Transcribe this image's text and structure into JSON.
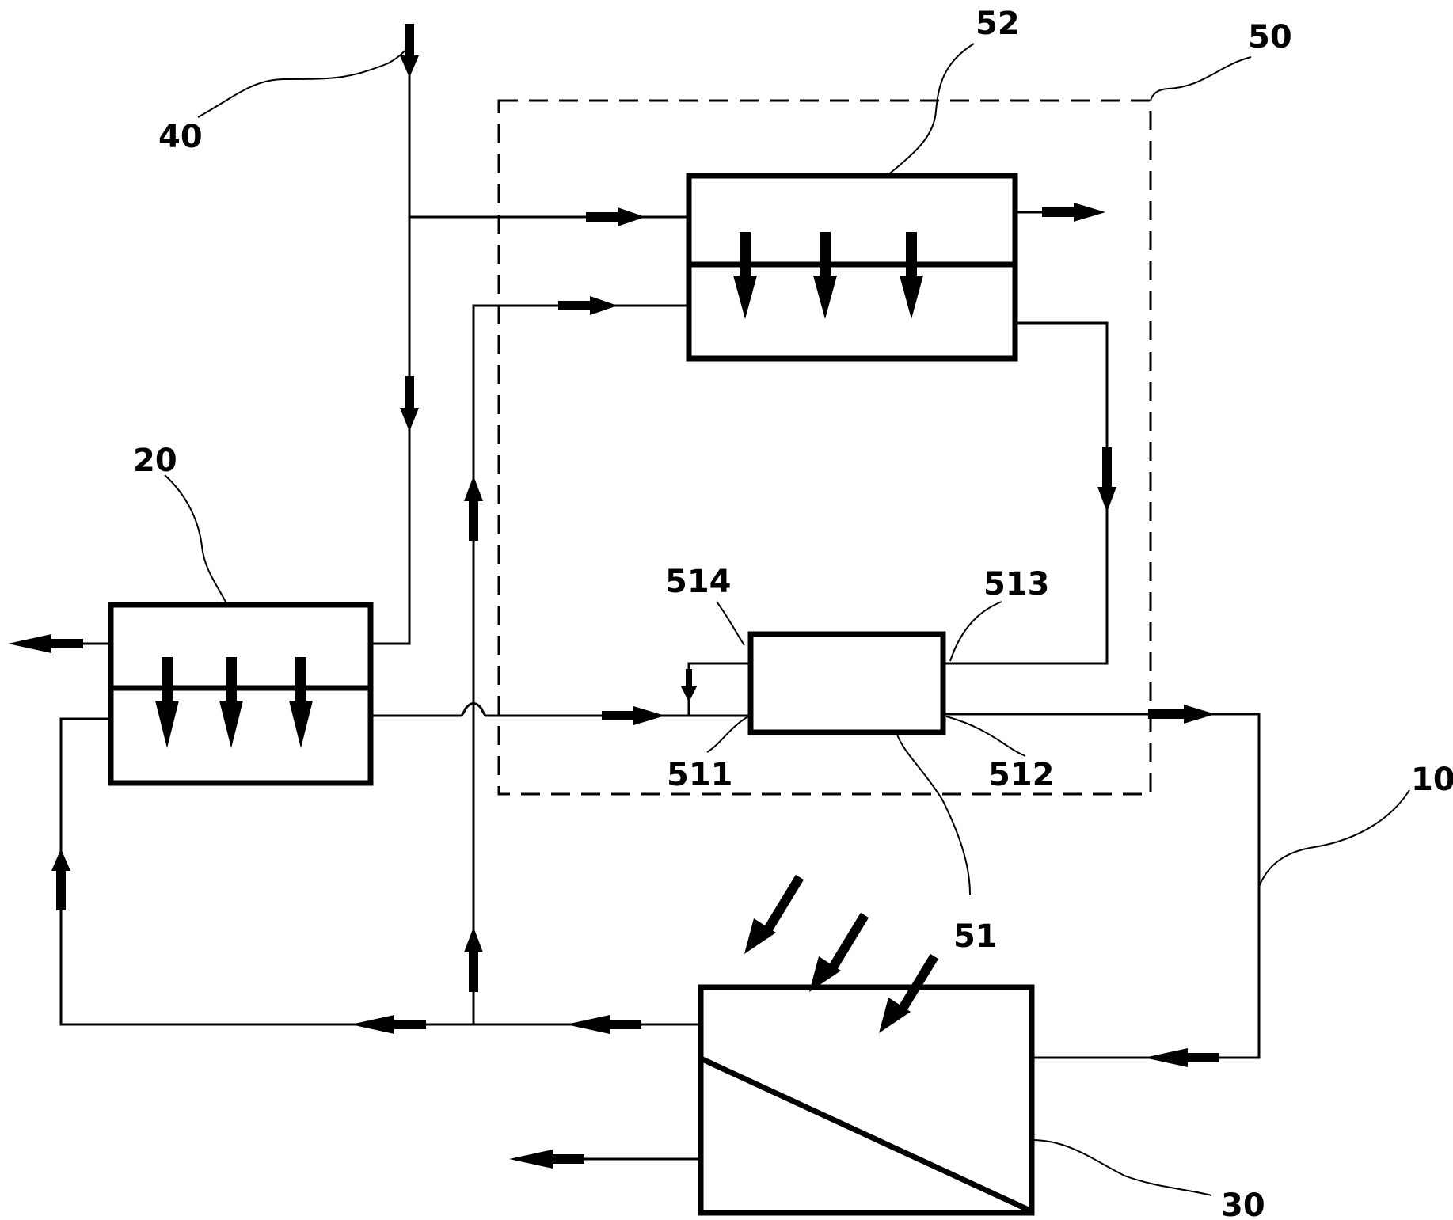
{
  "colors": {
    "line": "#000000",
    "background": "#ffffff"
  },
  "labels": {
    "ref_10": "10",
    "ref_20": "20",
    "ref_30": "30",
    "ref_40": "40",
    "ref_50": "50",
    "ref_51": "51",
    "ref_52": "52",
    "ref_511": "511",
    "ref_512": "512",
    "ref_513": "513",
    "ref_514": "514"
  }
}
